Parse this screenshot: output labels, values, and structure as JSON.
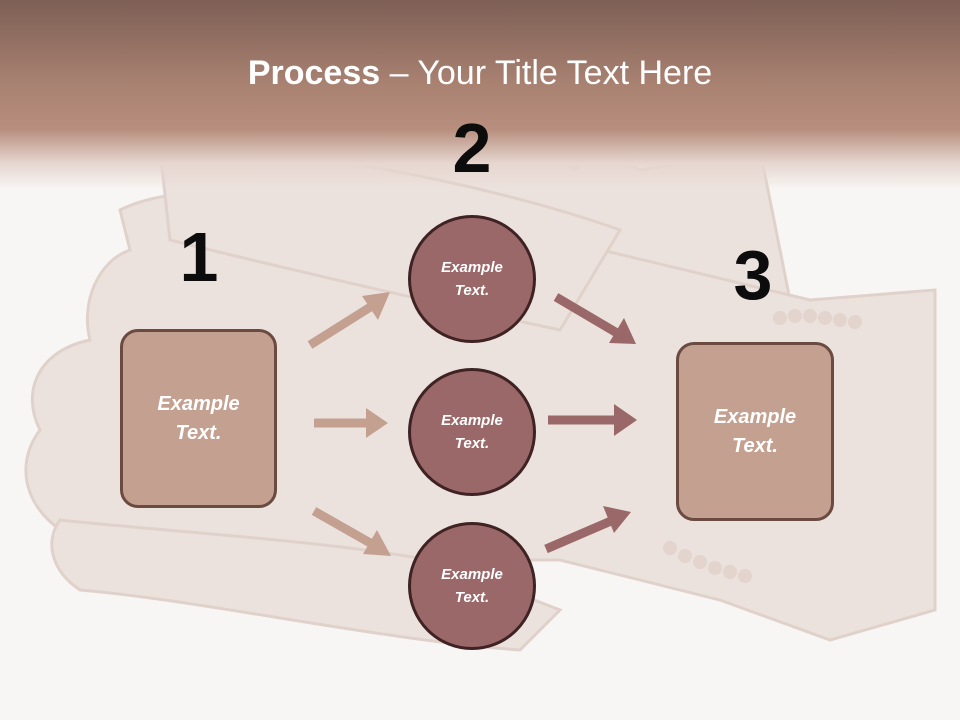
{
  "title": {
    "bold": "Process",
    "rest": " – Your Title Text Here"
  },
  "steps": [
    {
      "number": "1",
      "text": "Example\nText."
    },
    {
      "number": "2",
      "circles": [
        "Example\nText.",
        "Example\nText.",
        "Example\nText."
      ]
    },
    {
      "number": "3",
      "text": "Example\nText."
    }
  ],
  "colors": {
    "header": "#a98272",
    "box_fill": "#c4a090",
    "circle_fill": "#9a6868",
    "arrow_light": "#c4a090",
    "arrow_dark": "#9a6868"
  },
  "background_image": "leather-gloves-photo"
}
